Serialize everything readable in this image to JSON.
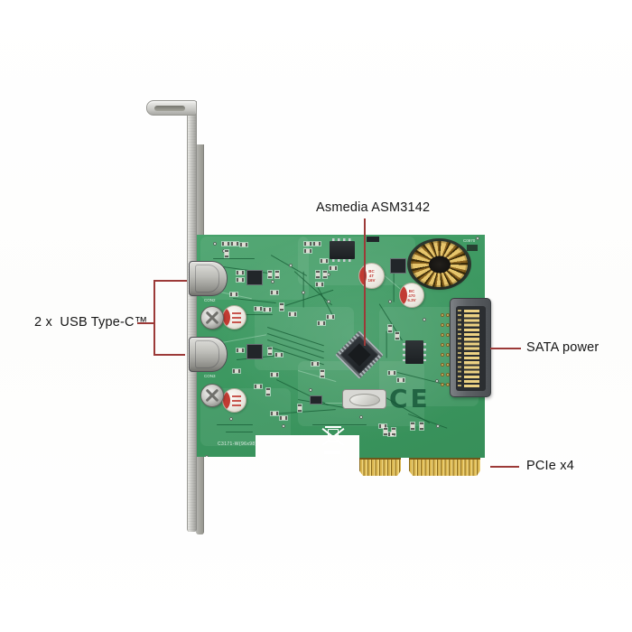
{
  "callouts": {
    "controller": "Asmedia ASM3142",
    "usb_ports": "2 x  USB Type-C™",
    "sata": "SATA power",
    "pcie": "PCIe x4"
  },
  "silkscreen": {
    "ce_mark": "CE",
    "board_code": "C3171-W(96x98)",
    "corner_code": "C0970",
    "port1": "CON2",
    "port2": "CON3"
  },
  "components": {
    "capacitor_top": [
      "BC",
      "4T",
      "16V"
    ],
    "capacitor_right": [
      "BC",
      "470",
      "6.3V"
    ]
  },
  "icons": {
    "weee": "weee-crossed-bin-icon",
    "screw": "phillips-screw-icon"
  },
  "colors": {
    "pcb_green": "#3f9b63",
    "gold_fingers": "#d9b54f",
    "bracket_gray": "#c6c6c2",
    "connector_gray": "#5e6266",
    "callout_line": "#9c3a38",
    "callout_text": "#161616",
    "background": "#ffffff"
  }
}
